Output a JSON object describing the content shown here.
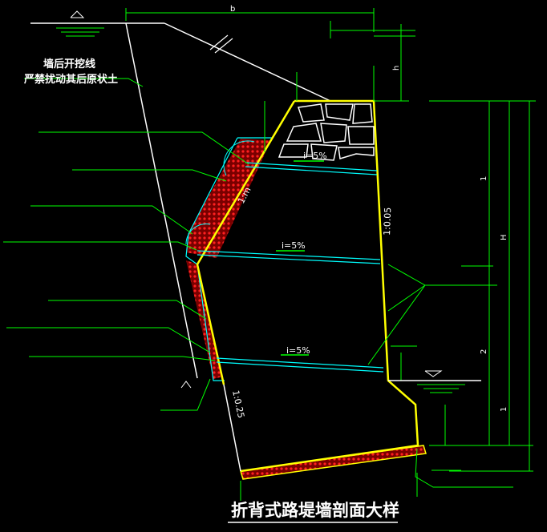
{
  "title": "折背式路堤墙剖面大样",
  "note": {
    "line1": "墙后开挖线",
    "line2": "严禁扰动其后原状土"
  },
  "slopes": {
    "face_upper": "1:m",
    "back": "1:0.05",
    "face_lower": "1:0.25"
  },
  "drain_slopes": [
    "i=5%",
    "i=5%",
    "i=5%"
  ],
  "dimensions": {
    "top_b": "b",
    "height_h": "h",
    "total_H": "H",
    "seg1": "1",
    "seg2": "2",
    "seg1b": "1"
  },
  "colors": {
    "wall_outline": "#ffff00",
    "leader": "#00ff00",
    "drain": "#00ffff",
    "fill_red": "#ff1a1a",
    "ground": "#ffffff",
    "background": "#000000"
  }
}
